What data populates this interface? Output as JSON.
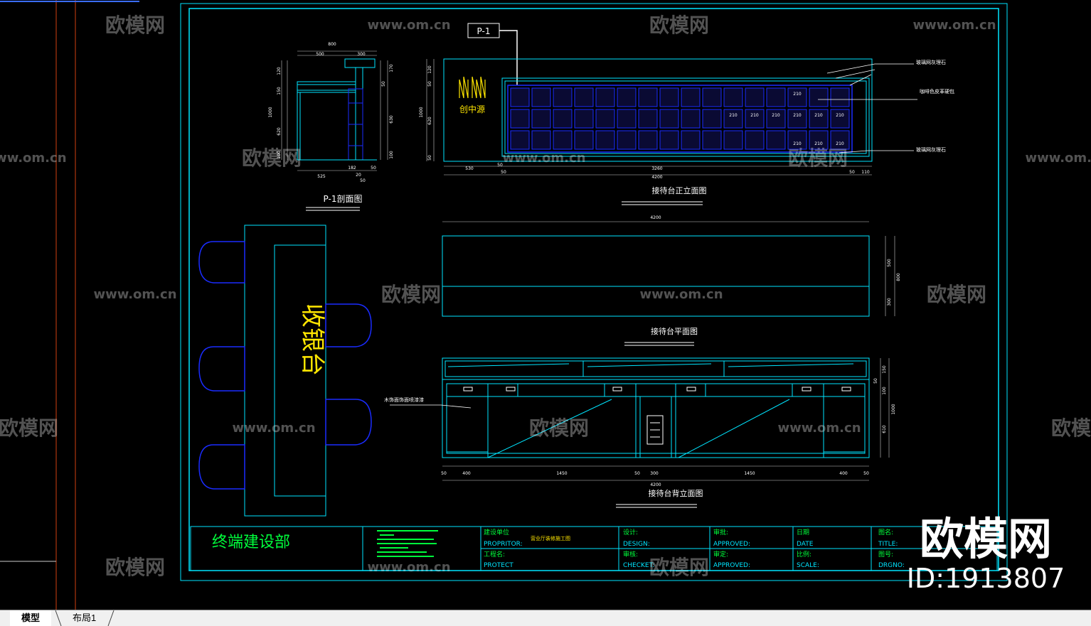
{
  "drawing": {
    "section": {
      "tag": "P-1",
      "title": "P-1剖面图",
      "top_dims": [
        "800",
        "500",
        "300"
      ],
      "bottom_dims": [
        "525",
        "182",
        "20",
        "50",
        "50"
      ],
      "left_dims": [
        "120",
        "150",
        "1000",
        "620",
        "100"
      ],
      "right_dims": [
        "170",
        "50",
        "630",
        "100"
      ]
    },
    "front": {
      "title": "接待台正立面图",
      "logo_text": "创中源",
      "note_1": "玻璃网灰理石",
      "note_2": "咖啡色皮革硬包",
      "note_3": "玻璃网灰理石",
      "cell_label": "210",
      "dims_top": [
        "530",
        "3260",
        "50",
        "110"
      ],
      "dims_overall": "4200",
      "left_dims": [
        "120",
        "50",
        "1000",
        "620",
        "50"
      ]
    },
    "plan": {
      "title": "接待台平面图",
      "width_dim": "4200",
      "depth_dims": [
        "500",
        "800",
        "300"
      ]
    },
    "back": {
      "title": "接待台背立面图",
      "note": "木饰面饰面喷漆漆",
      "bottom_dims": [
        "50",
        "400",
        "1450",
        "50",
        "300",
        "1450",
        "400",
        "50"
      ],
      "overall": "4200",
      "right_dims": [
        "50",
        "150",
        "100",
        "1000",
        "610"
      ]
    },
    "cashier_label": "收银台",
    "titleblock": {
      "company": "终端建设部",
      "proprietor_cn": "建设单位",
      "proprietor": "PROPRITOR:",
      "project_cn": "工程名:",
      "project": "PROTECT",
      "project_value": "营业厅装修施工图",
      "design_cn": "设计:",
      "design": "DESIGN:",
      "check_cn": "审核:",
      "check": "CHECKET:",
      "approve_cn": "审批:",
      "approved": "APPROVED:",
      "approve2_cn": "审定:",
      "approved2": "APPROVED:",
      "date_cn": "日期",
      "date": "DATE",
      "scale_cn": "比例:",
      "scale": "SCALE:",
      "title_cn": "图名:",
      "title": "TITLE:",
      "drg_cn": "图号:",
      "drg": "DRGNO:"
    }
  },
  "watermarks": {
    "brand": "欧模网",
    "url": "www.om.cn",
    "id": "ID:1913807"
  },
  "tabs": [
    {
      "label": "模型",
      "active": true
    },
    {
      "label": "布局1",
      "active": false
    }
  ],
  "colors": {
    "background": "#000000",
    "cyan": "#00e5ff",
    "blue": "#1a2cff",
    "white": "#ffffff",
    "yellow": "#ffff00",
    "green": "#00ff3c"
  }
}
